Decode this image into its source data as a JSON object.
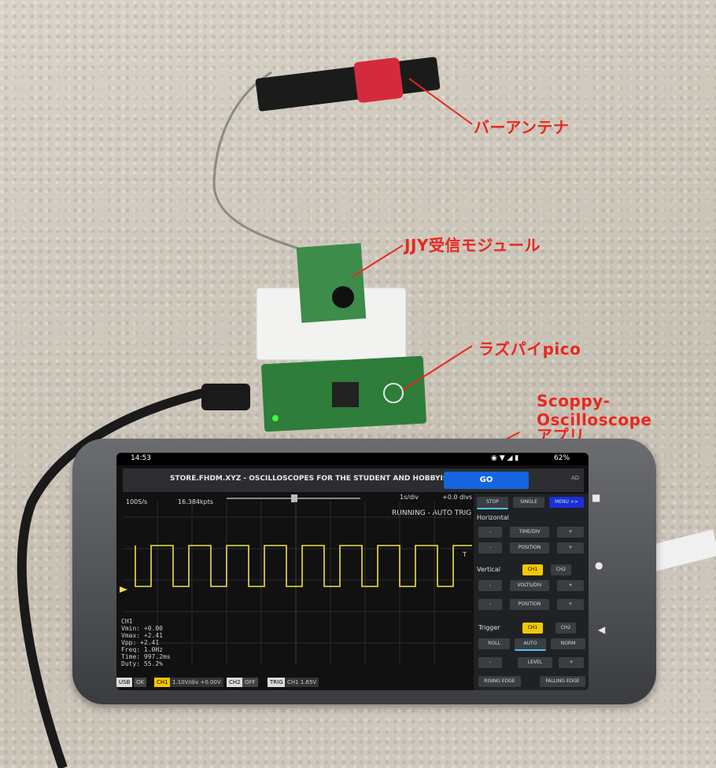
{
  "labels": {
    "antenna": "バーアンテナ",
    "module": "JJY受信モジュール",
    "pico": "ラズパイpico",
    "scoppy": "Scoppy-Oscilloscope",
    "app": "アプリ"
  },
  "status_bar": {
    "time": "14:53",
    "battery": "62%"
  },
  "ad": {
    "text": "STORE.FHDM.XYZ - OSCILLOSCOPES FOR THE STUDENT AND HOBBYIST",
    "go": "GO",
    "ad_tag": "AD"
  },
  "scope": {
    "sample_rate": "100S/s",
    "points": "16.384kpts",
    "time_div": "1s/div",
    "offset": "+0.0 divs",
    "status": "RUNNING - AUTO TRIG",
    "trigger_marker": "T",
    "measurements": "CH1\nVmin: +0.00\nVmax: +2.41\nVpp: +2.41\nFreq: 1.0Hz\nTime: 997.2ms\nDuty: 55.2%"
  },
  "bottom": {
    "usb": "USB",
    "usb_state": "OK",
    "ch1": "CH1",
    "ch1_info": "1.10V/div  +0.00V",
    "ch2": "CH2",
    "ch2_state": "OFF",
    "trig": "TRIG",
    "trig_info": "CH1  1.65V"
  },
  "panel": {
    "stop": "STOP",
    "single": "SINGLE",
    "menu": "MENU >>",
    "horizontal": "Horizontal",
    "time_div": "TIME/DIV",
    "position": "POSITION",
    "vertical": "Vertical",
    "ch1": "CH1",
    "ch2": "CH2",
    "volts_div": "VOLTS/DIV",
    "position2": "POSITION",
    "trigger": "Trigger",
    "tch1": "CH1",
    "tch2": "CH2",
    "roll": "ROLL",
    "auto": "AUTO",
    "norm": "NORM",
    "level": "LEVEL",
    "rising": "RISING EDGE",
    "falling": "FALLING EDGE",
    "minus": "-",
    "plus": "+"
  },
  "colors": {
    "label_red": "#e8281f",
    "trace": "#f2e04a",
    "go_blue": "#1565e0",
    "pcb_green": "#2e7d3a"
  }
}
